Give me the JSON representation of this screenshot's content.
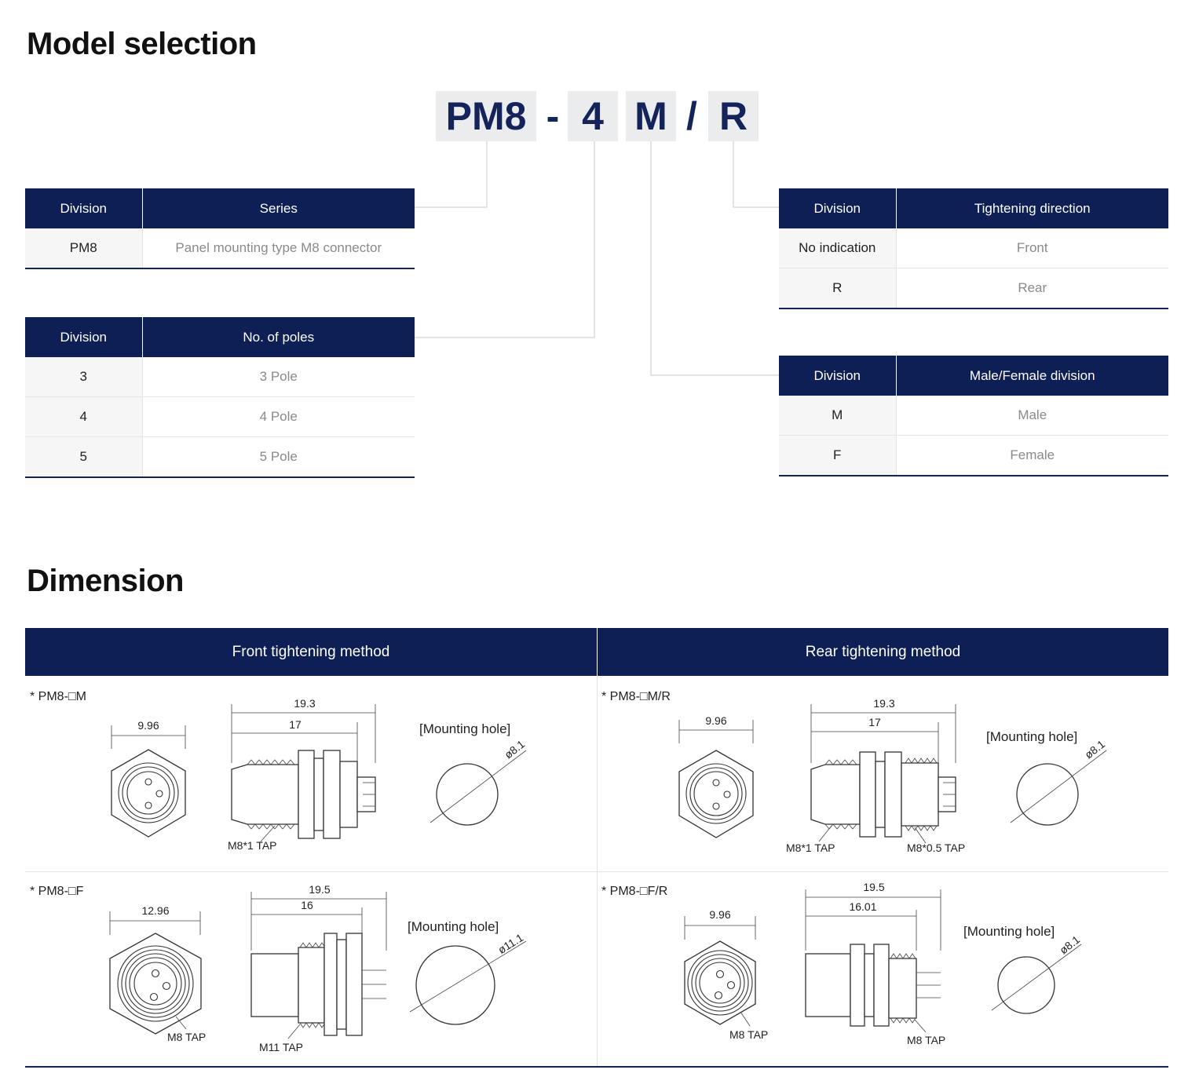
{
  "headings": {
    "model_selection": "Model selection",
    "dimension": "Dimension"
  },
  "model_code": {
    "series": "PM8",
    "dash": "-",
    "poles": "4",
    "gender": "M",
    "slash": "/",
    "direction": "R"
  },
  "series_table": {
    "headers": [
      "Division",
      "Series"
    ],
    "rows": [
      [
        "PM8",
        "Panel mounting type M8 connector"
      ]
    ]
  },
  "poles_table": {
    "headers": [
      "Division",
      "No. of poles"
    ],
    "rows": [
      [
        "3",
        "3 Pole"
      ],
      [
        "4",
        "4 Pole"
      ],
      [
        "5",
        "5 Pole"
      ]
    ]
  },
  "direction_table": {
    "headers": [
      "Division",
      "Tightening direction"
    ],
    "rows": [
      [
        "No indication",
        "Front"
      ],
      [
        "R",
        "Rear"
      ]
    ]
  },
  "gender_table": {
    "headers": [
      "Division",
      "Male/Female division"
    ],
    "rows": [
      [
        "M",
        "Male"
      ],
      [
        "F",
        "Female"
      ]
    ]
  },
  "dimension": {
    "col_front": "Front tightening method",
    "col_rear": "Rear tightening method",
    "mounting_hole_label": "[Mounting hole]",
    "cells": [
      {
        "model": "* PM8-□M",
        "hex_width": "9.96",
        "total_length": "19.3",
        "body_length": "17",
        "taps": [
          "M8*1 TAP"
        ],
        "hole_dia": "ø8.1"
      },
      {
        "model": "* PM8-□M/R",
        "hex_width": "9.96",
        "total_length": "19.3",
        "body_length": "17",
        "taps": [
          "M8*1 TAP",
          "M8*0.5 TAP"
        ],
        "hole_dia": "ø8.1"
      },
      {
        "model": "* PM8-□F",
        "hex_width": "12.96",
        "total_length": "19.5",
        "body_length": "16",
        "taps": [
          "M8 TAP",
          "M11 TAP"
        ],
        "hole_dia": "ø11.1"
      },
      {
        "model": "* PM8-□F/R",
        "hex_width": "9.96",
        "total_length": "19.5",
        "body_length": "16.01",
        "taps": [
          "M8 TAP",
          "M8 TAP"
        ],
        "hole_dia": "ø8.1"
      }
    ]
  }
}
